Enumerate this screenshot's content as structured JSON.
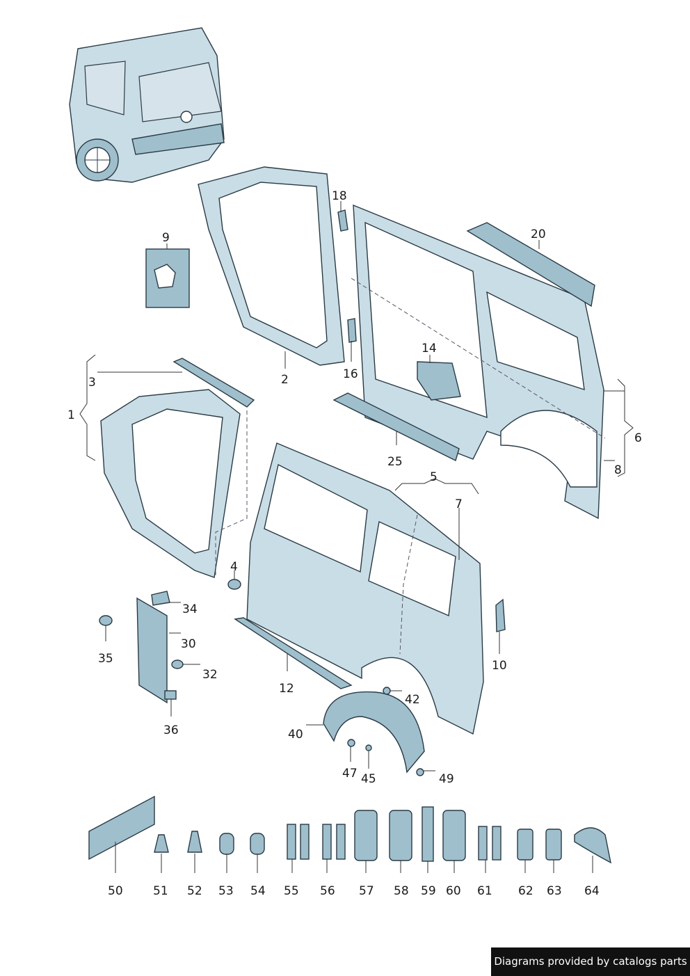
{
  "callouts": [
    {
      "id": "c1",
      "text": "1"
    },
    {
      "id": "c2",
      "text": "2"
    },
    {
      "id": "c3",
      "text": "3"
    },
    {
      "id": "c4",
      "text": "4"
    },
    {
      "id": "c5",
      "text": "5"
    },
    {
      "id": "c6",
      "text": "6"
    },
    {
      "id": "c7",
      "text": "7"
    },
    {
      "id": "c8",
      "text": "8"
    },
    {
      "id": "c9",
      "text": "9"
    },
    {
      "id": "c10",
      "text": "10"
    },
    {
      "id": "c12",
      "text": "12"
    },
    {
      "id": "c14",
      "text": "14"
    },
    {
      "id": "c16",
      "text": "16"
    },
    {
      "id": "c18",
      "text": "18"
    },
    {
      "id": "c20",
      "text": "20"
    },
    {
      "id": "c25",
      "text": "25"
    },
    {
      "id": "c30",
      "text": "30"
    },
    {
      "id": "c32",
      "text": "32"
    },
    {
      "id": "c34",
      "text": "34"
    },
    {
      "id": "c35",
      "text": "35"
    },
    {
      "id": "c36",
      "text": "36"
    },
    {
      "id": "c40",
      "text": "40"
    },
    {
      "id": "c42",
      "text": "42"
    },
    {
      "id": "c45",
      "text": "45"
    },
    {
      "id": "c47",
      "text": "47"
    },
    {
      "id": "c49",
      "text": "49"
    },
    {
      "id": "c50",
      "text": "50"
    },
    {
      "id": "c51",
      "text": "51"
    },
    {
      "id": "c52",
      "text": "52"
    },
    {
      "id": "c53",
      "text": "53"
    },
    {
      "id": "c54",
      "text": "54"
    },
    {
      "id": "c55",
      "text": "55"
    },
    {
      "id": "c56",
      "text": "56"
    },
    {
      "id": "c57",
      "text": "57"
    },
    {
      "id": "c58",
      "text": "58"
    },
    {
      "id": "c59",
      "text": "59"
    },
    {
      "id": "c60",
      "text": "60"
    },
    {
      "id": "c61",
      "text": "61"
    },
    {
      "id": "c62",
      "text": "62"
    },
    {
      "id": "c63",
      "text": "63"
    },
    {
      "id": "c64",
      "text": "64"
    }
  ],
  "footer": {
    "credit": "Diagrams provided by catalogs parts"
  },
  "colors": {
    "panel": "#c9dde6",
    "panel_dark": "#9fbfcd",
    "outline": "#2a3a44",
    "credit_bg": "#111111"
  }
}
